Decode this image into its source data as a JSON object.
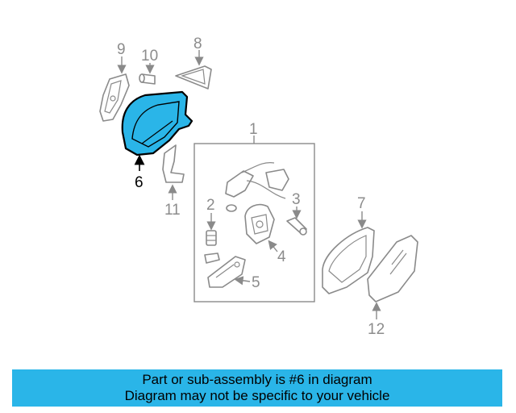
{
  "diagram": {
    "callouts": {
      "c1": "1",
      "c2": "2",
      "c3": "3",
      "c4": "4",
      "c5": "5",
      "c6": "6",
      "c7": "7",
      "c8": "8",
      "c9": "9",
      "c10": "10",
      "c11": "11",
      "c12": "12"
    },
    "highlighted_part": "6",
    "highlight_color": "#2ab5e8"
  },
  "banner": {
    "line1": "Part or sub-assembly is #6 in diagram",
    "line2": "Diagram may not be specific to your vehicle",
    "background": "#2ab5e8"
  }
}
